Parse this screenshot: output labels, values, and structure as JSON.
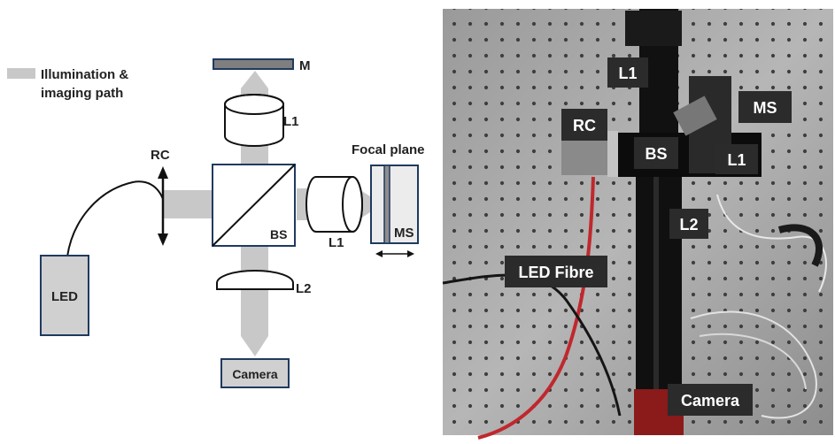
{
  "legend": {
    "line1": "Illumination &",
    "line2": "imaging path",
    "swatch_color": "#c8c8c8"
  },
  "schematic": {
    "mirror": "M",
    "lens_top": "L1",
    "lens_right": "L1",
    "lens_bottom": "L2",
    "beam_splitter": "BS",
    "rc": "RC",
    "focal_plane": "Focal plane",
    "ms": "MS",
    "led": "LED",
    "camera": "Camera"
  },
  "photo": {
    "labels": {
      "l1_top": "L1",
      "rc": "RC",
      "bs": "BS",
      "ms": "MS",
      "l1_right": "L1",
      "l2": "L2",
      "led_fibre": "LED Fibre",
      "camera": "Camera"
    }
  },
  "colors": {
    "outline": "#1f3a5f",
    "box_fill": "#d0d0d0",
    "beam": "#c8c8c8",
    "label_bg": "#2b2b2b",
    "label_text": "#ffffff",
    "fibre": "#c0282d"
  }
}
